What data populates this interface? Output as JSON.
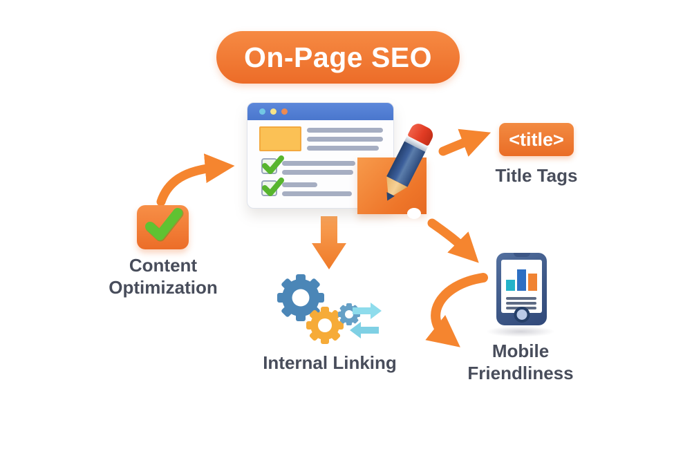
{
  "header": {
    "title": "On-Page SEO"
  },
  "nodes": {
    "webpage": {
      "icon": "browser-checklist-icon"
    },
    "title_tags": {
      "badge": "<title>",
      "label": "Title Tags"
    },
    "content_optimization": {
      "label": "Content Optimization",
      "icon": "checkmark-card-icon"
    },
    "internal_linking": {
      "label": "Internal Linking",
      "icon": "gears-link-icon"
    },
    "mobile_friendliness": {
      "label": "Mobile Friendliness",
      "icon": "smartphone-chart-icon"
    }
  },
  "icons": {
    "pencil": "pencil-icon",
    "sticky_note": "sticky-note-icon",
    "arrows": [
      "arrow-content-to-page",
      "arrow-page-to-title-tags",
      "arrow-page-to-internal-linking",
      "arrow-note-to-mobile",
      "arrow-curve-to-mobile-label"
    ]
  },
  "colors": {
    "accent_orange": "#ec6c28",
    "arrow_orange": "#f5852f",
    "browser_header_blue": "#4a77cd",
    "image_placeholder_yellow": "#fbc155",
    "check_green": "#57b52e",
    "gear_blue": "#4b86b7",
    "gear_orange": "#f6ab38",
    "gear_small_blue": "#66a0c6",
    "link_cyan": "#8edcec",
    "phone_navy": "#3c5685",
    "bar_teal": "#23b3c9",
    "bar_blue": "#2d6fc3",
    "bar_orange": "#f08333",
    "label_text": "#484d5b",
    "background": "#ffffff"
  }
}
